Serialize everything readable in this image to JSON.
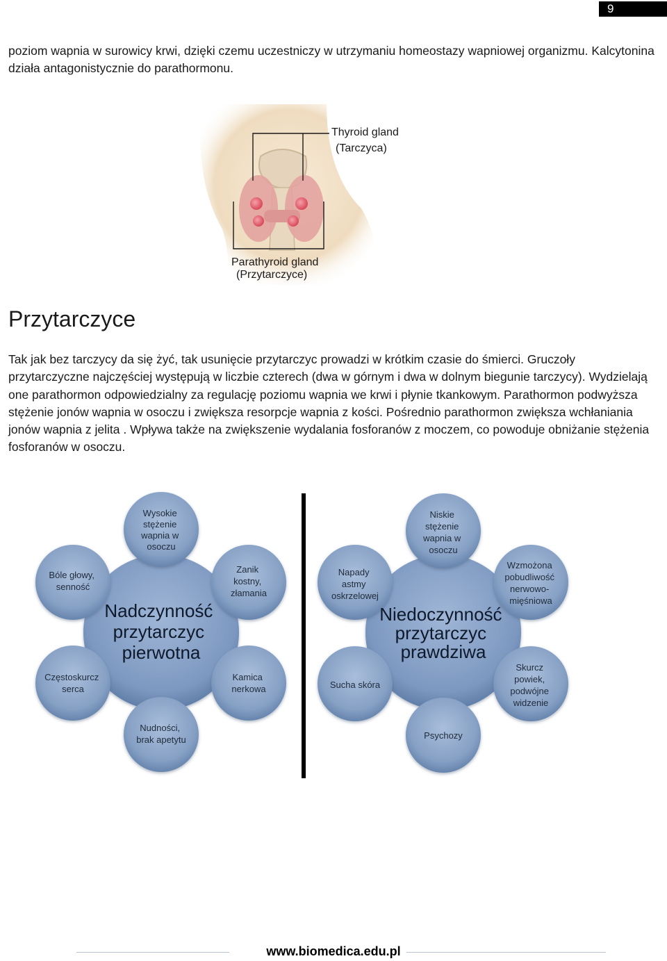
{
  "page_number": "9",
  "intro_text": "poziom wapnia w surowicy krwi, dzięki czemu uczestniczy w utrzymaniu homeostazy wapniowej organizmu. Kalcytonina działa antagonistycznie do parathormonu.",
  "illustration": {
    "thyroid_label": "Thyroid gland",
    "thyroid_label_pl": "(Tarczyca)",
    "parathyroid_label": "Parathyroid gland",
    "parathyroid_label_pl": "(Przytarczyce)"
  },
  "heading": "Przytarczyce",
  "body_text": "Tak jak bez tarczycy da się żyć, tak usunięcie przytarczyc prowadzi w krótkim czasie do śmierci. Gruczoły przytarczyczne najczęściej występują w liczbie czterech (dwa w górnym i dwa w dolnym biegunie tarczycy). Wydzielają one parathormon odpowiedzialny za regulację poziomu wapnia we krwi i płynie tkankowym. Parathormon podwyższa stężenie jonów wapnia w osoczu i zwiększa resorpcje wapnia z kości. Pośrednio parathormon zwiększa wchłaniania jonów wapnia z jelita . Wpływa także na zwiększenie wydalania fosforanów z moczem, co powoduje obniżanie stężenia fosforanów w osoczu.",
  "diagram_left": {
    "center": [
      "Nadczynność",
      "przytarczyc",
      "pierwotna"
    ],
    "top": [
      "Wysokie",
      "stężenie",
      "wapnia w",
      "osoczu"
    ],
    "top_right": [
      "Zanik",
      "kostny,",
      "złamania"
    ],
    "bottom_right": [
      "Kamica",
      "nerkowa"
    ],
    "bottom": [
      "Nudności,",
      "brak apetytu"
    ],
    "bottom_left": [
      "Częstoskurcz",
      "serca"
    ],
    "top_left": [
      "Bóle głowy,",
      "senność"
    ]
  },
  "diagram_right": {
    "center": [
      "Niedoczynność",
      "przytarczyc",
      "prawdziwa"
    ],
    "top": [
      "Niskie",
      "stężenie",
      "wapnia w",
      "osoczu"
    ],
    "top_right": [
      "Wzmożona",
      "pobudliwość",
      "nerwowo-",
      "mięśniowa"
    ],
    "bottom_right": [
      "Skurcz",
      "powiek,",
      "podwójne",
      "widzenie"
    ],
    "bottom": [
      "Psychozy"
    ],
    "bottom_left": [
      "Sucha skóra"
    ],
    "top_left": [
      "Napady",
      "astmy",
      "oskrzelowej"
    ]
  },
  "footer": "www.biomedica.edu.pl",
  "colors": {
    "circle_fill": "#8ea7c8",
    "circle_dark": "#5f7ea8",
    "skin": "#f2e2c8",
    "thyroid": "#d98c8c",
    "parathyroid": "#e85b6b"
  }
}
